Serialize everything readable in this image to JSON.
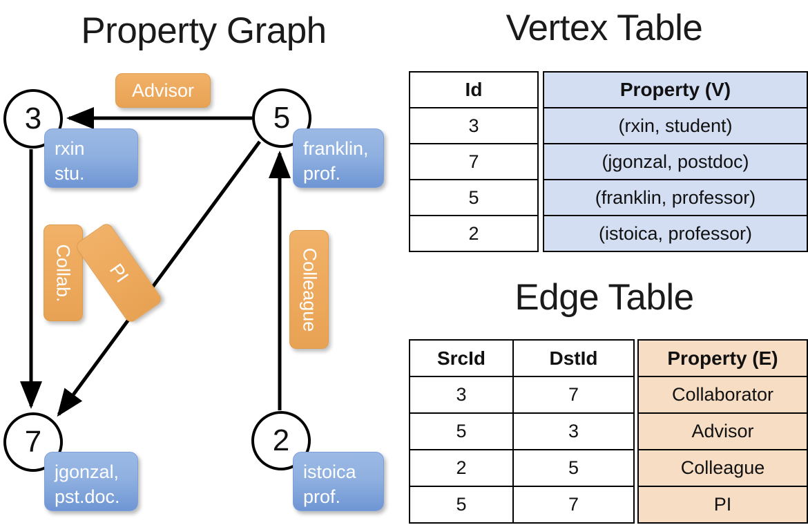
{
  "titles": {
    "property_graph": "Property Graph",
    "vertex_table": "Vertex Table",
    "edge_table": "Edge Table"
  },
  "graph": {
    "nodes": [
      {
        "id": "3",
        "property": "rxin\nstu."
      },
      {
        "id": "5",
        "property": "franklin,\nprof."
      },
      {
        "id": "7",
        "property": "jgonzal,\npst.doc."
      },
      {
        "id": "2",
        "property": "istoica\nprof."
      }
    ],
    "edge_labels": [
      {
        "name": "advisor",
        "text": "Advisor"
      },
      {
        "name": "collab",
        "text": "Collab."
      },
      {
        "name": "pi",
        "text": "PI"
      },
      {
        "name": "colleague",
        "text": "Colleague"
      }
    ]
  },
  "vertex_table": {
    "headers": [
      "Id",
      "Property (V)"
    ],
    "rows": [
      [
        "3",
        "(rxin, student)"
      ],
      [
        "7",
        "(jgonzal, postdoc)"
      ],
      [
        "5",
        "(franklin, professor)"
      ],
      [
        "2",
        "(istoica, professor)"
      ]
    ]
  },
  "edge_table": {
    "headers": [
      "SrcId",
      "DstId",
      "Property (E)"
    ],
    "rows": [
      [
        "3",
        "7",
        "Collaborator"
      ],
      [
        "5",
        "3",
        "Advisor"
      ],
      [
        "2",
        "5",
        "Colleague"
      ],
      [
        "5",
        "7",
        "PI"
      ]
    ]
  },
  "colors": {
    "vertex_property_fill": "#d4def2",
    "edge_property_fill": "#f6ddc3",
    "node_property_box": "#8fb0e0",
    "edge_label_box": "#eeab5f",
    "stroke": "#000000"
  }
}
